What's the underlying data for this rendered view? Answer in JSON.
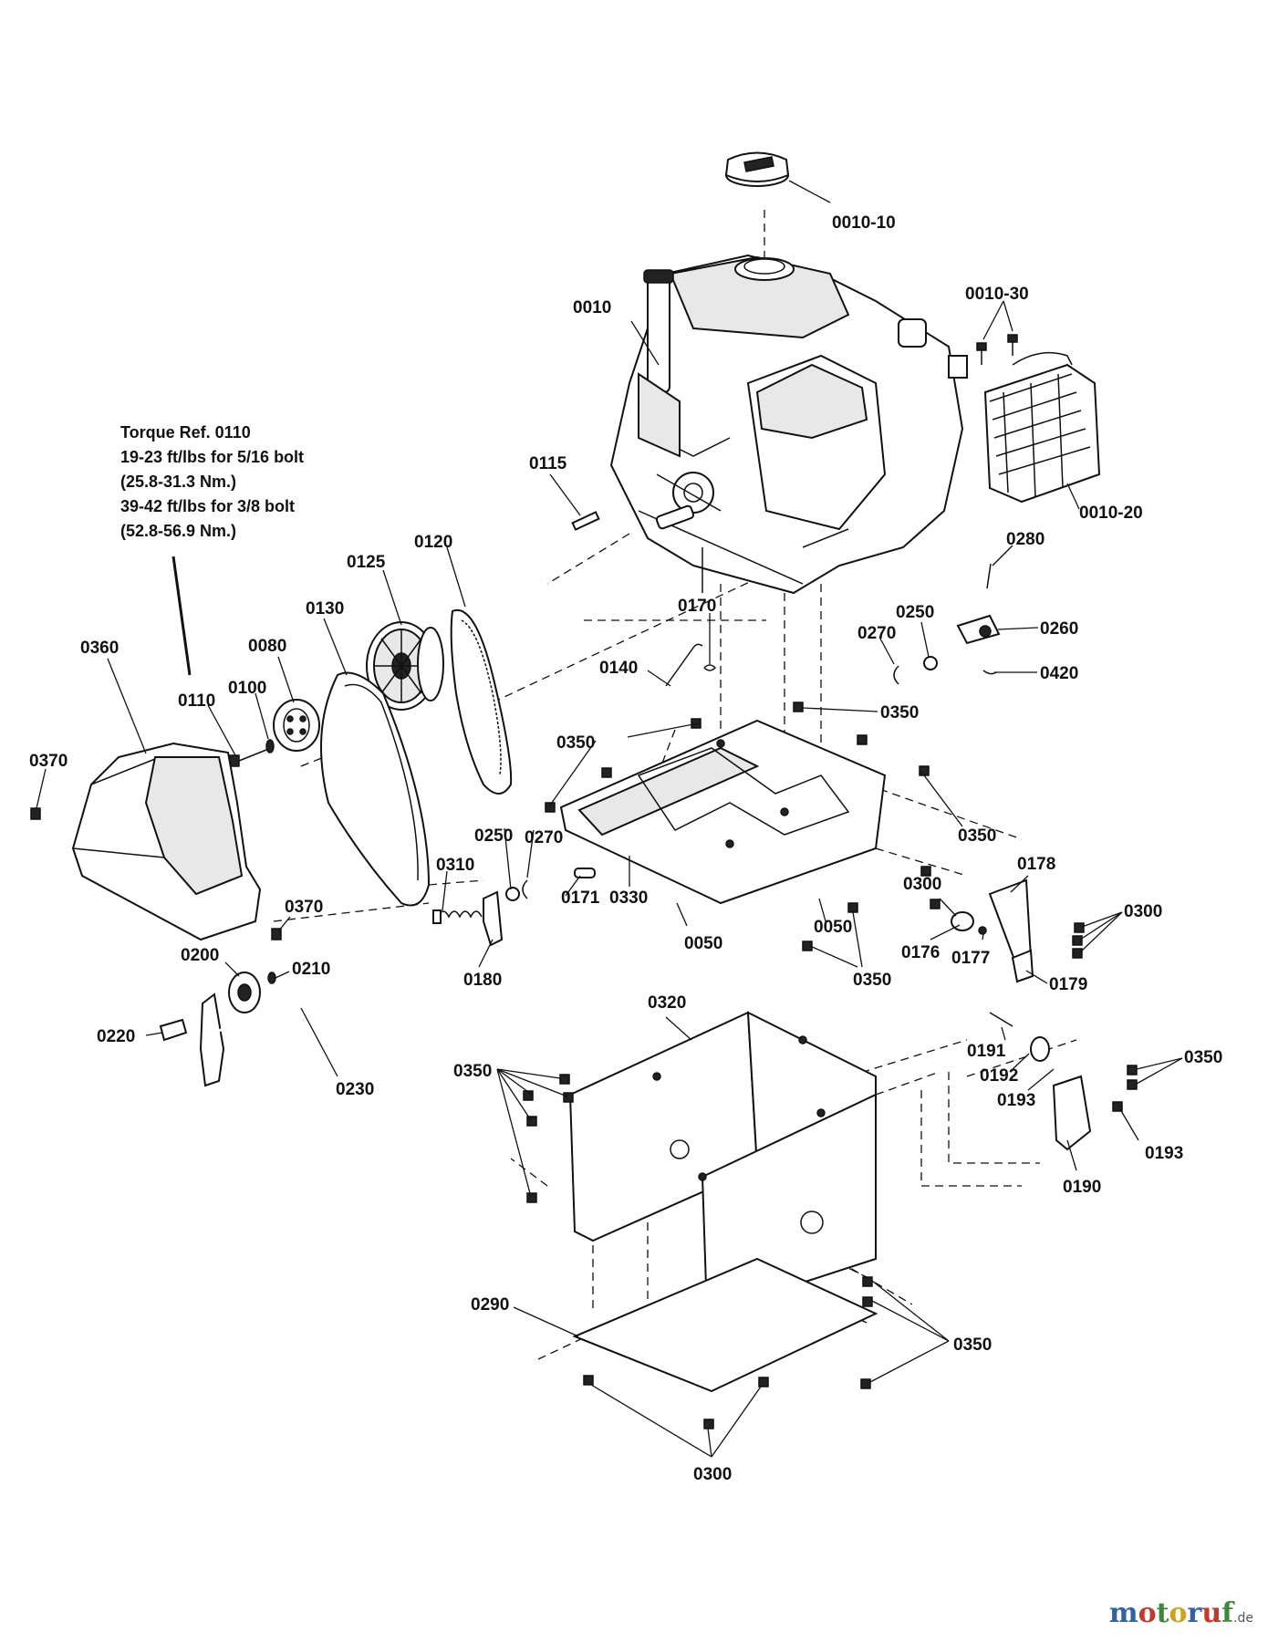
{
  "torque_note": [
    "Torque Ref. 0110",
    "19-23 ft/lbs for 5/16 bolt",
    "(25.8-31.3 Nm.)",
    "39-42 ft/lbs for 3/8 bolt",
    "(52.8-56.9 Nm.)"
  ],
  "labels": [
    "0010-10",
    "0010",
    "0010-30",
    "0010-20",
    "0115",
    "0120",
    "0125",
    "0130",
    "0080",
    "0360",
    "0110",
    "0100",
    "0370",
    "0280",
    "0250",
    "0260",
    "0270",
    "0420",
    "0170",
    "0140",
    "0350",
    "0350",
    "0350",
    "0250",
    "0270",
    "0310",
    "0171",
    "0330",
    "0050",
    "0050",
    "0350",
    "0180",
    "0370",
    "0200",
    "0210",
    "0220",
    "0230",
    "0300",
    "0178",
    "0300",
    "0176",
    "0177",
    "0179",
    "0320",
    "0350",
    "0191",
    "0192",
    "0193",
    "0350",
    "0193",
    "0190",
    "0290",
    "0350",
    "0300"
  ],
  "watermark": {
    "parts": [
      "m",
      "o",
      "t",
      "o",
      "r",
      "u",
      "f"
    ],
    "tld": ".de"
  }
}
